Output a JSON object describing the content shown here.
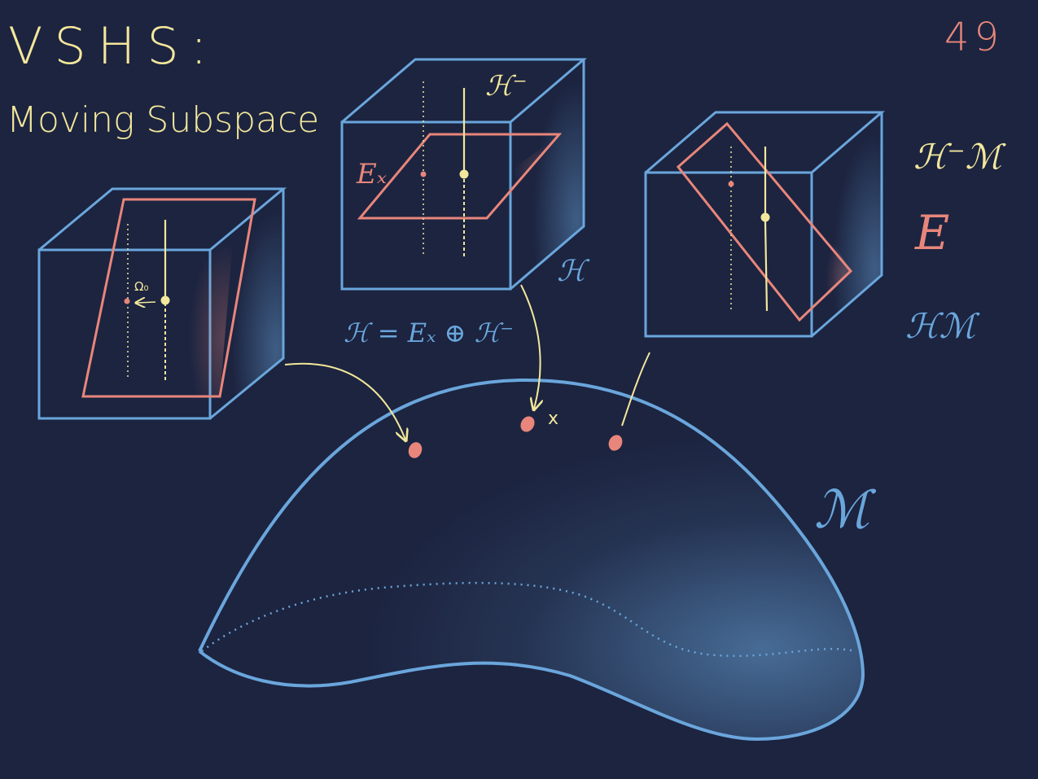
{
  "title": "VSHS:",
  "subtitle": "Moving Subspace",
  "page_number": "49",
  "labels": {
    "omega0": "Ω₀",
    "H_minus_top": "ℋ⁻",
    "E_x": "Eₓ",
    "H_cube": "ℋ",
    "decomposition": "ℋ = Eₓ ⊕ ℋ⁻",
    "x_point": "x",
    "M_manifold": "ℳ"
  },
  "legend": [
    {
      "label": "ℋ⁻ℳ",
      "color": "#f3e79b"
    },
    {
      "label": "E",
      "color": "#e8867b"
    },
    {
      "label": "ℋℳ",
      "color": "#6aa6dc"
    }
  ],
  "colors": {
    "background": "#1c2440",
    "blue": "#6aa6dc",
    "salmon": "#e8867b",
    "yellow": "#f3e79b"
  }
}
